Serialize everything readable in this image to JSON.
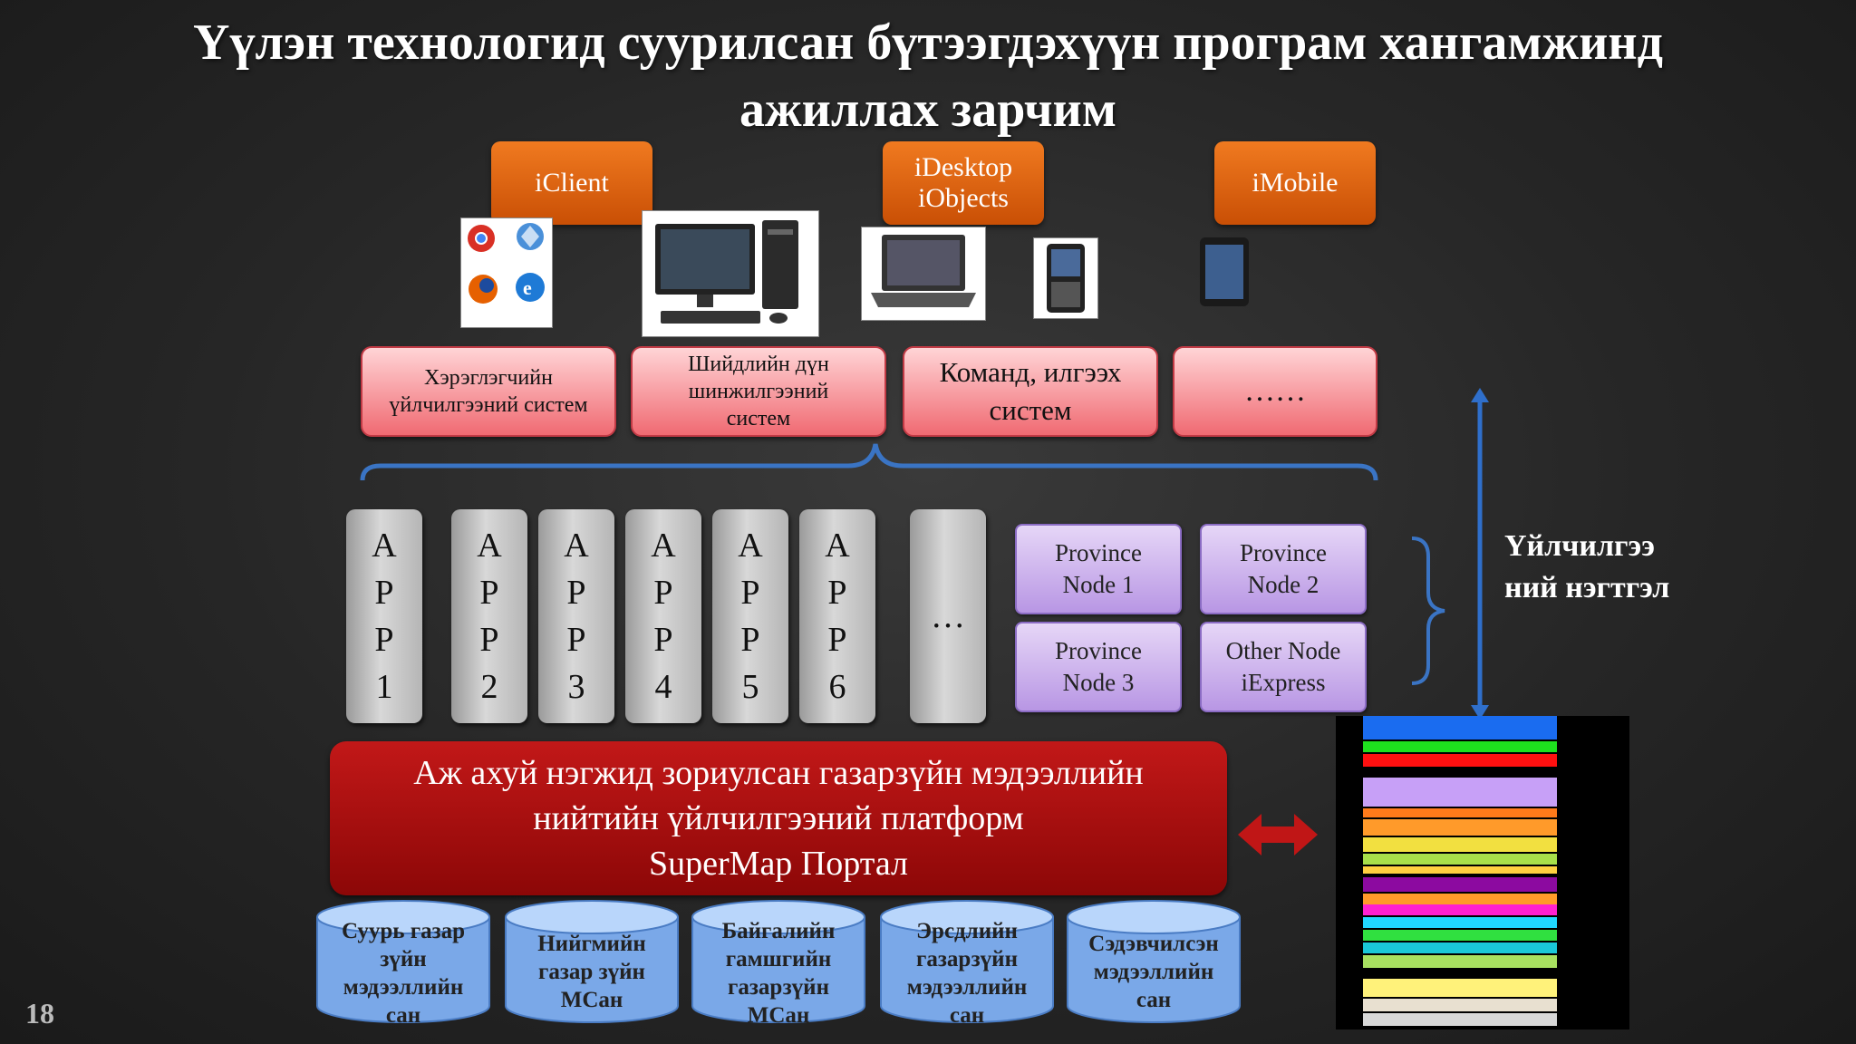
{
  "title": {
    "line1": "Үүлэн технологид суурилсан бүтээгдэхүүн програм хангамжинд",
    "line2": "ажиллах зарчим"
  },
  "clients": [
    {
      "line1": "iClient",
      "line2": ""
    },
    {
      "line1": "iDesktop",
      "line2": "iObjects"
    },
    {
      "line1": "iMobile",
      "line2": ""
    }
  ],
  "systems": [
    {
      "line1": "Хэрэглэгчийн",
      "line2": "үйлчилгээний систем",
      "line3": ""
    },
    {
      "line1": "Шийдлийн дүн",
      "line2": "шинжилгээний",
      "line3": "систем"
    },
    {
      "line1": "Команд, илгээх",
      "line2": "систем",
      "line3": ""
    },
    {
      "line1": "……",
      "line2": "",
      "line3": ""
    }
  ],
  "apps": [
    {
      "letters": [
        "A",
        "P",
        "P",
        "1"
      ]
    },
    {
      "letters": [
        "A",
        "P",
        "P",
        "2"
      ]
    },
    {
      "letters": [
        "A",
        "P",
        "P",
        "3"
      ]
    },
    {
      "letters": [
        "A",
        "P",
        "P",
        "4"
      ]
    },
    {
      "letters": [
        "A",
        "P",
        "P",
        "5"
      ]
    },
    {
      "letters": [
        "A",
        "P",
        "P",
        "6"
      ]
    }
  ],
  "apps_more": "…",
  "nodes": [
    {
      "line1": "Province",
      "line2": "Node 1"
    },
    {
      "line1": "Province",
      "line2": "Node 2"
    },
    {
      "line1": "Province",
      "line2": "Node 3"
    },
    {
      "line1": "Other Node",
      "line2": "iExpress"
    }
  ],
  "service_integration": {
    "line1": "Үйлчилгээ",
    "line2": "ний нэгтгэл"
  },
  "portal": {
    "line1": "Аж ахуй нэгжид зориулсан газарзүйн мэдээллийн",
    "line2": "нийтийн үйлчилгээний платформ",
    "line3": "SuperMap Портал"
  },
  "databases": [
    {
      "lines": [
        "Суурь газар",
        "зүйн",
        "мэдээллийн",
        "сан"
      ]
    },
    {
      "lines": [
        "Нийгмийн",
        "газар зүйн",
        "МСан",
        ""
      ]
    },
    {
      "lines": [
        "Байгалийн",
        "гамшгийн",
        "газарзүйн",
        "МСан"
      ]
    },
    {
      "lines": [
        "Эрсдлийн",
        "газарзүйн",
        "мэдээллийн",
        "сан"
      ]
    },
    {
      "lines": [
        "Сэдэвчилсэн",
        "мэдээллийн",
        "сан",
        ""
      ]
    }
  ],
  "page_number": "18",
  "colors": {
    "client_orange": "#e0660f",
    "system_pink": "#f06a72",
    "app_gray": "#c0c0c0",
    "node_purple": "#c5a8ec",
    "portal_red": "#a80f0f",
    "db_blue": "#8fbaf0",
    "brace_blue": "#3a74c4",
    "arrow_blue": "#2f6fcb"
  }
}
